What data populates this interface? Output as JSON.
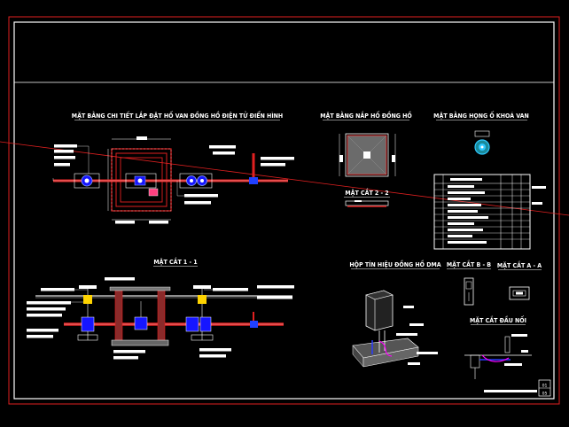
{
  "colors": {
    "background": "#000000",
    "frame": "#ffffff",
    "outer_frame": "#ff2020",
    "pipe": "#ff2020",
    "valve": "#2b3bff",
    "accent_cyan": "#2ec8ff",
    "accent_yellow": "#ffd400",
    "accent_magenta": "#ff00ff"
  },
  "titles": {
    "plan_main": "MẶT BẰNG CHI TIẾT LẮP ĐẶT HỐ VAN ĐỒNG HỒ ĐIỆN TỬ ĐIỂN HÌNH",
    "plan_cover": "MẶT BẰNG NẮP HỐ ĐỒNG HỒ",
    "plan_neck": "MẶT BẰNG HỌNG Ố KHOÁ VAN",
    "section_22": "MẶT CẮT 2 - 2",
    "section_11": "MẶT CẮT 1 - 1",
    "signal_box": "HỘP TÍN HIỆU ĐỒNG HỒ DMA",
    "section_bb": "MẶT CẮT B - B",
    "section_aa": "MẶT CẮT A - A",
    "section_joint": "MẶT CẮT ĐẦU NỐI"
  },
  "sheet_number": [
    "01",
    "05"
  ],
  "icons": [
    "valve-icon",
    "flow-meter-icon",
    "manhole-cover-icon",
    "signal-box-icon"
  ]
}
